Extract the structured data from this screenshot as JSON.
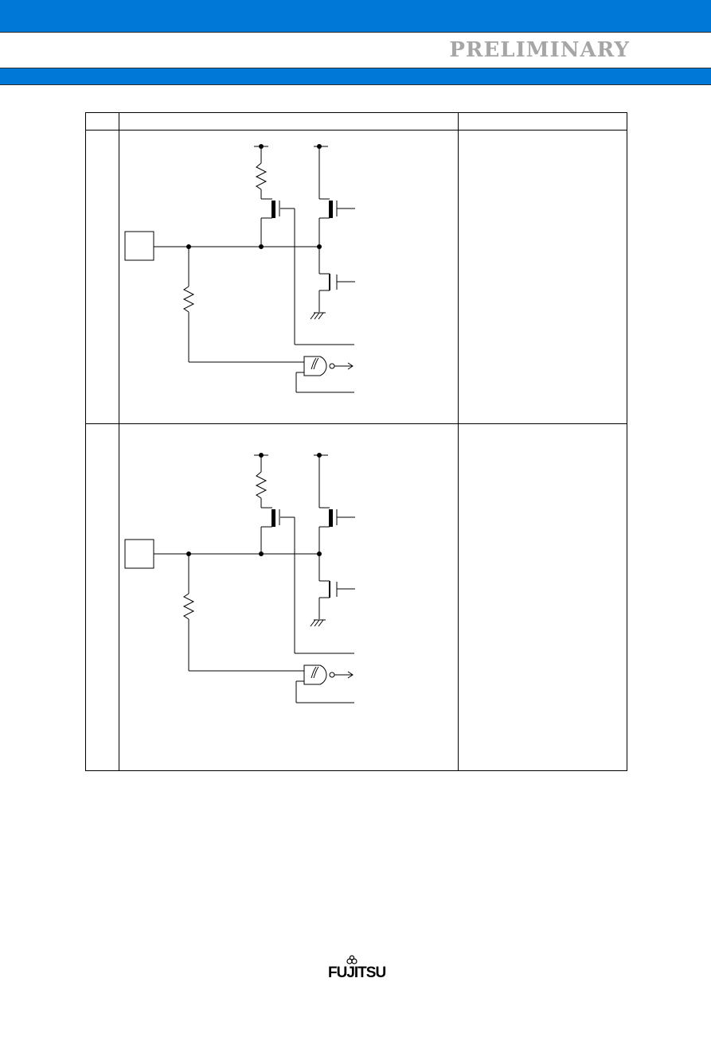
{
  "header": {
    "status_label": "PRELIMINARY",
    "colors": {
      "band": "#0078d7",
      "status_text": "#a6a6a6"
    }
  },
  "table": {
    "rows": 2,
    "circuit_icon": "input-output-circuit-diagram"
  },
  "footer": {
    "logo_text": "FUJITSU"
  }
}
